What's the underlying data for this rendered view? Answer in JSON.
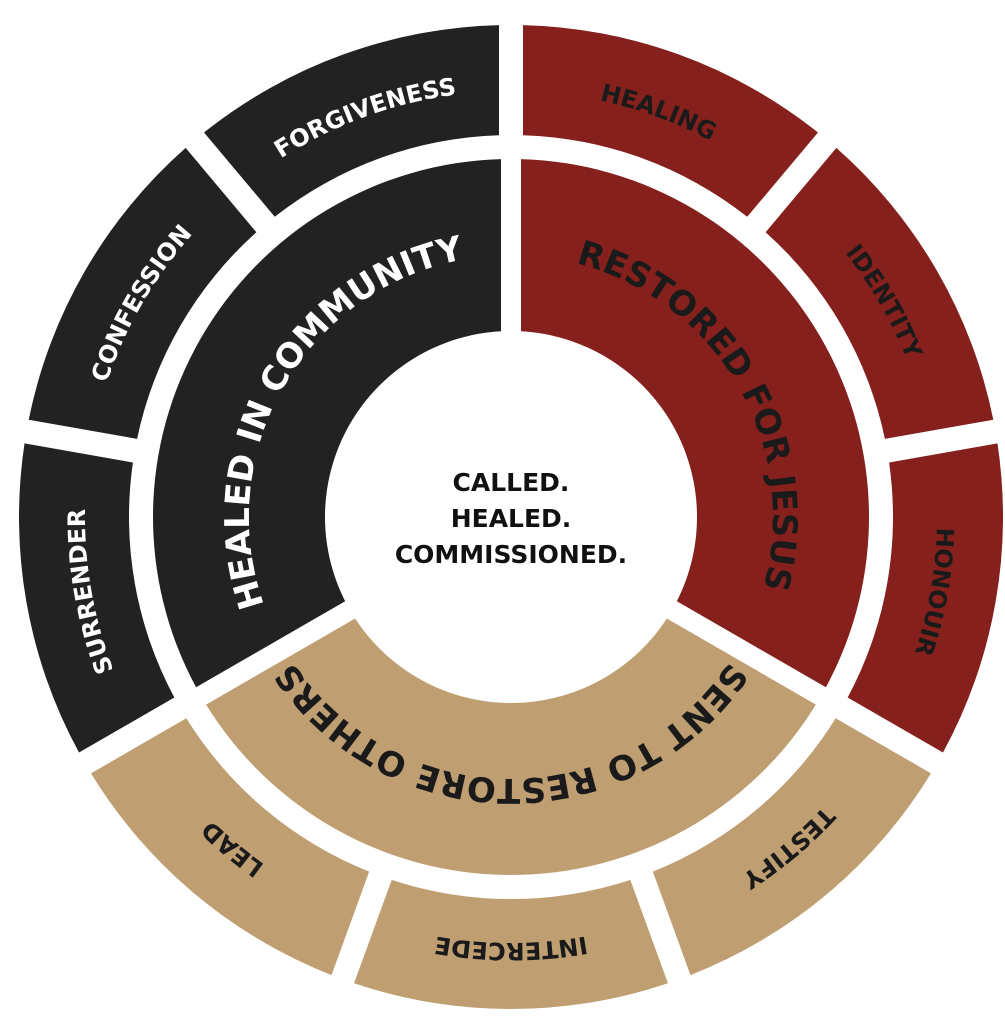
{
  "colors": {
    "black": "#222222",
    "red": "#85201c",
    "tan": "#bf9f72",
    "light_text": "#ffffff",
    "dark_text": "#1a1a1a"
  },
  "center": {
    "lines": [
      "CALLED.",
      "HEALED.",
      "COMMISSIONED."
    ]
  },
  "inner_ring": [
    {
      "label": "RESTORED FOR JESUS",
      "group": "red"
    },
    {
      "label": "SENT TO RESTORE OTHERS",
      "group": "tan"
    },
    {
      "label": "HEALED IN COMMUNITY",
      "group": "black"
    }
  ],
  "outer_ring": [
    {
      "label": "HEALING",
      "group": "red"
    },
    {
      "label": "IDENTITY",
      "group": "red"
    },
    {
      "label": "HONOUIR",
      "group": "red"
    },
    {
      "label": "TESTIFY",
      "group": "tan"
    },
    {
      "label": "INTERCEDE",
      "group": "tan"
    },
    {
      "label": "LEAD",
      "group": "tan"
    },
    {
      "label": "SURRENDER",
      "group": "black"
    },
    {
      "label": "CONFESSION",
      "group": "black"
    },
    {
      "label": "FORGIVENESS",
      "group": "black"
    }
  ]
}
